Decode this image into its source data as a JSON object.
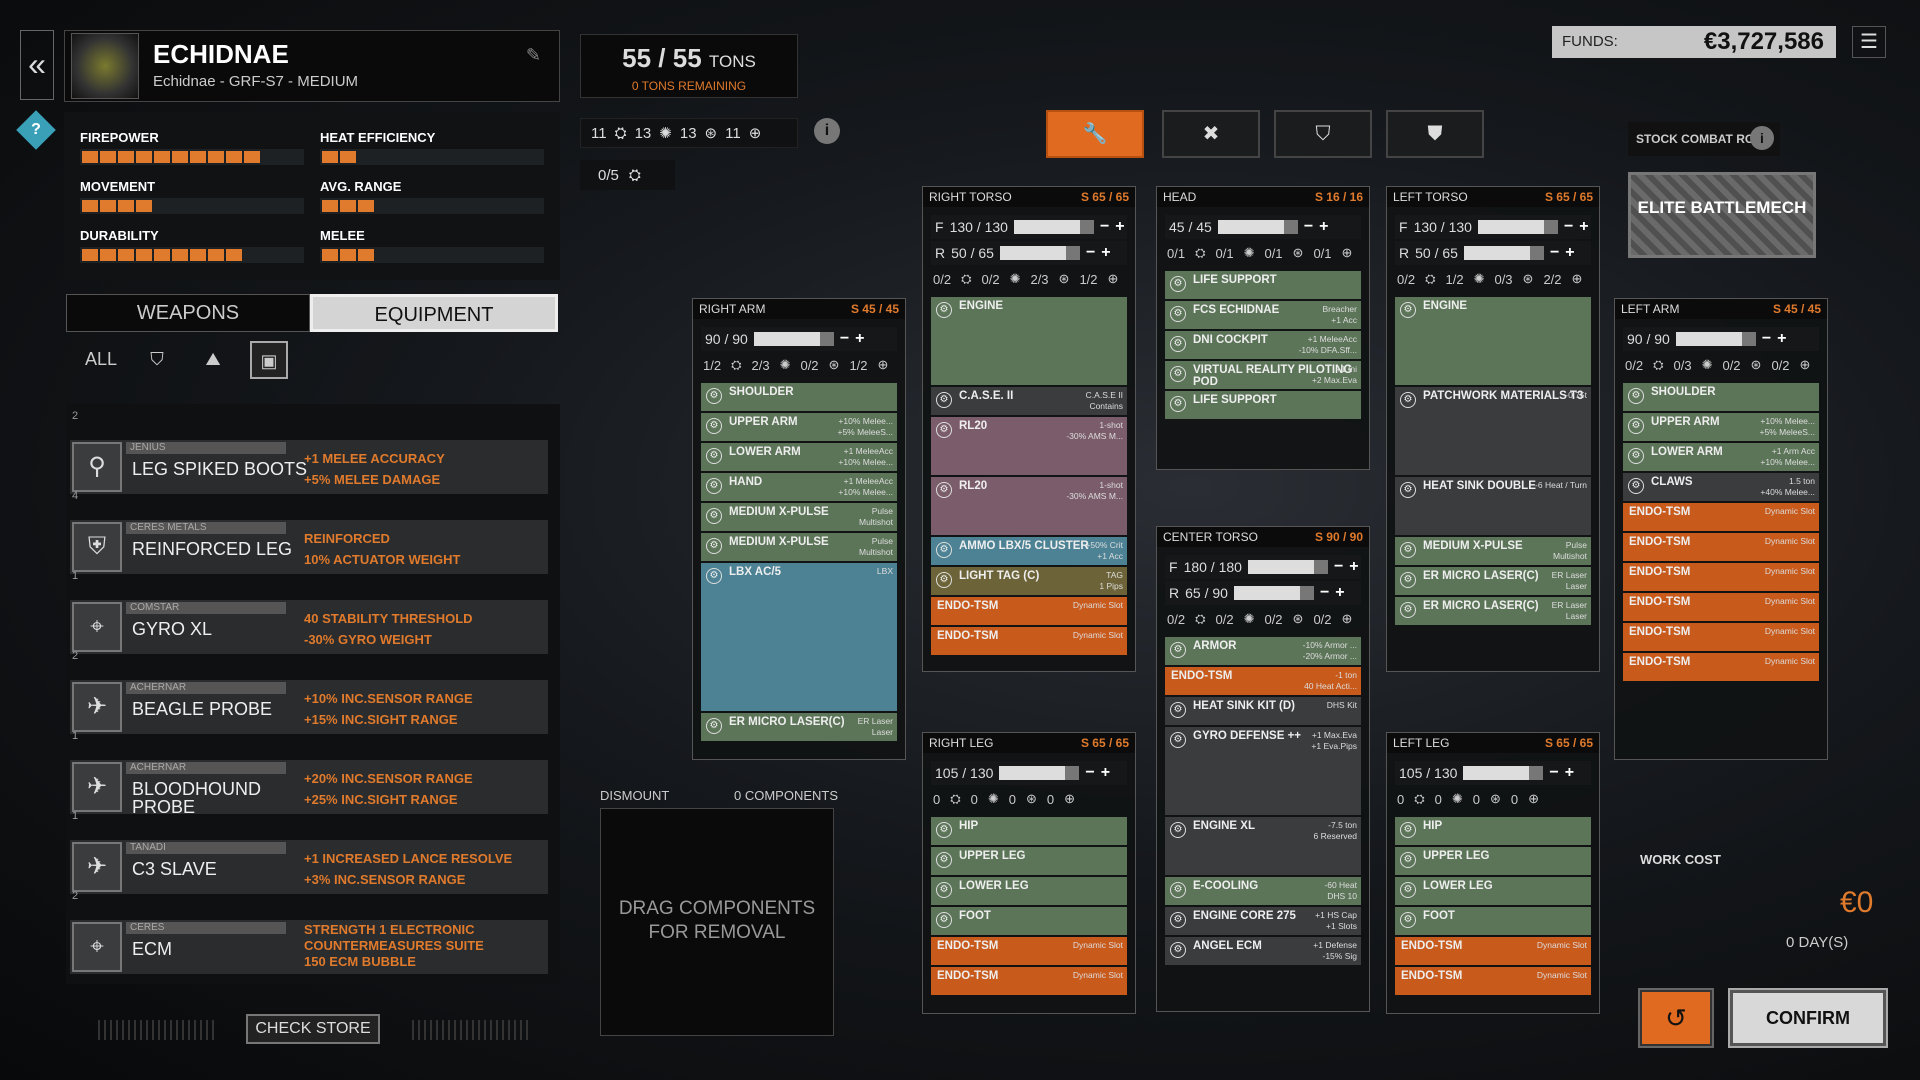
{
  "header": {
    "back_icon": "double-chevron-left-icon",
    "mech_name": "ECHIDNAE",
    "mech_subtitle": "Echidnae - GRF-S7 - MEDIUM",
    "help_label": "?"
  },
  "tonnage": {
    "value": "55 / 55",
    "unit": "TONS",
    "remaining": "0 TONS REMAINING"
  },
  "hardpoints": [
    {
      "count": "11",
      "icon": "ballistic-icon"
    },
    {
      "count": "13",
      "icon": "energy-icon"
    },
    {
      "count": "13",
      "icon": "missile-icon"
    },
    {
      "count": "11",
      "icon": "support-icon"
    }
  ],
  "jump": {
    "value": "0/5",
    "icon": "jumpjet-icon"
  },
  "info_label": "i",
  "toolbar": [
    {
      "name": "tool-wrench",
      "label": "🔧",
      "active": true
    },
    {
      "name": "tool-strip",
      "label": "✖",
      "active": false
    },
    {
      "name": "tool-armor-x",
      "label": "⛉",
      "active": false
    },
    {
      "name": "tool-armor",
      "label": "⛊",
      "active": false
    }
  ],
  "funds": {
    "label": "FUNDS:",
    "value": "€3,727,586"
  },
  "role": {
    "heading": "STOCK COMBAT ROLE",
    "value": "ELITE BATTLEMECH"
  },
  "stats": [
    {
      "label": "FIREPOWER",
      "level": 0.9
    },
    {
      "label": "HEAT EFFICIENCY",
      "level": 0.2
    },
    {
      "label": "MOVEMENT",
      "level": 0.4
    },
    {
      "label": "AVG. RANGE",
      "level": 0.3
    },
    {
      "label": "DURABILITY",
      "level": 0.8
    },
    {
      "label": "MELEE",
      "level": 0.3
    }
  ],
  "tabs": {
    "weapons": "WEAPONS",
    "equipment": "EQUIPMENT"
  },
  "filters": {
    "all": "ALL"
  },
  "items": [
    {
      "count": "2",
      "maker": "JENIUS",
      "name": "LEG SPIKED BOOTS",
      "fx1": "+1 MELEE ACCURACY",
      "fx2": "+5% MELEE DAMAGE",
      "fx3": ""
    },
    {
      "count": "4",
      "maker": "CERES METALS",
      "name": "REINFORCED LEG",
      "fx1": "REINFORCED",
      "fx2": "10% ACTUATOR WEIGHT",
      "fx3": ""
    },
    {
      "count": "1",
      "maker": "COMSTAR",
      "name": "GYRO XL",
      "fx1": "40 STABILITY THRESHOLD",
      "fx2": "-30% GYRO WEIGHT",
      "fx3": ""
    },
    {
      "count": "2",
      "maker": "ACHERNAR",
      "name": "BEAGLE PROBE",
      "fx1": "+10% INC.SENSOR RANGE",
      "fx2": "+15% INC.SIGHT RANGE",
      "fx3": ""
    },
    {
      "count": "1",
      "maker": "ACHERNAR",
      "name": "BLOODHOUND PROBE",
      "fx1": "+20% INC.SENSOR RANGE",
      "fx2": "+25% INC.SIGHT RANGE",
      "fx3": ""
    },
    {
      "count": "1",
      "maker": "TANADI",
      "name": "C3 SLAVE",
      "fx1": "+1 INCREASED LANCE RESOLVE",
      "fx2": "+3% INC.SENSOR RANGE",
      "fx3": ""
    },
    {
      "count": "2",
      "maker": "CERES",
      "name": "ECM",
      "fx1": "STRENGTH 1 ELECTRONIC",
      "fx2": "COUNTERMEASURES SUITE",
      "fx3": "150 ECM BUBBLE"
    }
  ],
  "check_store": "CHECK STORE",
  "dismount": {
    "label": "DISMOUNT",
    "components": "0 COMPONENTS",
    "drop": "DRAG COMPONENTS FOR REMOVAL"
  },
  "sections": {
    "right_arm": {
      "title": "RIGHT ARM",
      "struct": "S 45 / 45",
      "armor": "90 / 90",
      "hp": [
        "1/2",
        "2/3",
        "0/2",
        "1/2"
      ],
      "slots": [
        [
          "SHOULDER",
          "",
          "g"
        ],
        [
          "UPPER ARM",
          "+10% Melee...\n+5% MeleeS...",
          "g"
        ],
        [
          "LOWER ARM",
          "+1 MeleeAcc\n+10% Melee...",
          "g"
        ],
        [
          "HAND",
          "+1 MeleeAcc\n+10% Melee...",
          "g"
        ],
        [
          "MEDIUM X-PULSE",
          "Pulse\nMultishot",
          "g"
        ],
        [
          "MEDIUM X-PULSE",
          "Pulse\nMultishot",
          "g"
        ],
        [
          "LBX AC/5",
          "LBX",
          "tl"
        ],
        [
          "ER MICRO LASER(C)",
          "ER Laser\nLaser",
          "g"
        ]
      ]
    },
    "right_torso": {
      "title": "RIGHT TORSO",
      "struct": "S 65 / 65",
      "front": "130 / 130",
      "rear": "50 / 65",
      "hp": [
        "0/2",
        "0/2",
        "2/3",
        "1/2"
      ],
      "slots": [
        [
          "ENGINE",
          "",
          "g"
        ],
        [
          "C.A.S.E. II",
          "C.A.S.E II\nContains",
          "gy"
        ],
        [
          "RL20",
          "1-shot\n-30% AMS M...",
          "pk"
        ],
        [
          "RL20",
          "1-shot\n-30% AMS M...",
          "pk"
        ],
        [
          "AMMO LBX/5 CLUSTER",
          "+50% Crit\n+1 Acc",
          "tl"
        ],
        [
          "LIGHT TAG (C)",
          "TAG\n1 Pips",
          "bn"
        ],
        [
          "ENDO-TSM",
          "Dynamic Slot",
          "o"
        ],
        [
          "ENDO-TSM",
          "Dynamic Slot",
          "o"
        ]
      ]
    },
    "head": {
      "title": "HEAD",
      "struct": "S 16 / 16",
      "armor": "45 / 45",
      "hp": [
        "0/1",
        "0/1",
        "0/1",
        "0/1"
      ],
      "slots": [
        [
          "LIFE SUPPORT",
          "",
          "g"
        ],
        [
          "FCS ECHIDNAE",
          "Breacher\n+1 Acc",
          "g"
        ],
        [
          "DNI COCKPIT",
          "+1 MeleeAcc\n-10% DFA.Sff...",
          "g"
        ],
        [
          "VIRTUAL REALITY PILOTING POD",
          "+1 Ini\n+2 Max.Eva",
          "g"
        ],
        [
          "LIFE SUPPORT",
          "",
          "g"
        ]
      ]
    },
    "center_torso": {
      "title": "CENTER TORSO",
      "struct": "S 90 / 90",
      "front": "180 / 180",
      "rear": "65 / 90",
      "hp": [
        "0/2",
        "0/2",
        "0/2",
        "0/2"
      ],
      "slots": [
        [
          "ARMOR",
          "-10% Armor ...\n-20% Armor ...",
          "g"
        ],
        [
          "ENDO-TSM",
          "-1 ton\n40 Heat Acti...",
          "o"
        ],
        [
          "HEAT SINK KIT (D)",
          "DHS Kit",
          "gy"
        ],
        [
          "GYRO DEFENSE ++",
          "+1 Max.Eva\n+1 Eva.Pips",
          "gy"
        ],
        [
          "ENGINE XL",
          "-7.5 ton\n6 Reserved",
          "gy"
        ],
        [
          "E-COOLING",
          "-60 Heat\nDHS 10",
          "g"
        ],
        [
          "ENGINE CORE 275",
          "+1 HS Cap\n+1 Slots",
          "gy"
        ],
        [
          "ANGEL ECM",
          "+1 Defense\n-15% Sig",
          "gy"
        ]
      ]
    },
    "left_torso": {
      "title": "LEFT TORSO",
      "struct": "S 65 / 65",
      "front": "130 / 130",
      "rear": "50 / 65",
      "hp": [
        "0/2",
        "1/2",
        "0/3",
        "2/2"
      ],
      "slots": [
        [
          "ENGINE",
          "",
          "g"
        ],
        [
          "PATCHWORK MATERIALS T3",
          "-0.75t",
          "gy"
        ],
        [
          "HEAT SINK DOUBLE",
          "-6 Heat / Turn",
          "gy"
        ],
        [
          "MEDIUM X-PULSE",
          "Pulse\nMultishot",
          "g"
        ],
        [
          "ER MICRO LASER(C)",
          "ER Laser\nLaser",
          "g"
        ],
        [
          "ER MICRO LASER(C)",
          "ER Laser\nLaser",
          "g"
        ]
      ]
    },
    "left_arm": {
      "title": "LEFT ARM",
      "struct": "S 45 / 45",
      "armor": "90 / 90",
      "hp": [
        "0/2",
        "0/3",
        "0/2",
        "0/2"
      ],
      "slots": [
        [
          "SHOULDER",
          "",
          "g"
        ],
        [
          "UPPER ARM",
          "+10% Melee...\n+5% MeleeS...",
          "g"
        ],
        [
          "LOWER ARM",
          "+1 Arm Acc\n+10% Melee...",
          "g"
        ],
        [
          "CLAWS",
          "1.5 ton\n+40% Melee...",
          "gy"
        ],
        [
          "ENDO-TSM",
          "Dynamic Slot",
          "o"
        ],
        [
          "ENDO-TSM",
          "Dynamic Slot",
          "o"
        ],
        [
          "ENDO-TSM",
          "Dynamic Slot",
          "o"
        ],
        [
          "ENDO-TSM",
          "Dynamic Slot",
          "o"
        ],
        [
          "ENDO-TSM",
          "Dynamic Slot",
          "o"
        ],
        [
          "ENDO-TSM",
          "Dynamic Slot",
          "o"
        ]
      ]
    },
    "right_leg": {
      "title": "RIGHT LEG",
      "struct": "S 65 / 65",
      "armor": "105 / 130",
      "hp": [
        "0",
        "0",
        "0",
        "0"
      ],
      "slots": [
        [
          "HIP",
          "",
          "g"
        ],
        [
          "UPPER LEG",
          "",
          "g"
        ],
        [
          "LOWER LEG",
          "",
          "g"
        ],
        [
          "FOOT",
          "",
          "g"
        ],
        [
          "ENDO-TSM",
          "Dynamic Slot",
          "o"
        ],
        [
          "ENDO-TSM",
          "Dynamic Slot",
          "o"
        ]
      ]
    },
    "left_leg": {
      "title": "LEFT LEG",
      "struct": "S 65 / 65",
      "armor": "105 / 130",
      "hp": [
        "0",
        "0",
        "0",
        "0"
      ],
      "slots": [
        [
          "HIP",
          "",
          "g"
        ],
        [
          "UPPER LEG",
          "",
          "g"
        ],
        [
          "LOWER LEG",
          "",
          "g"
        ],
        [
          "FOOT",
          "",
          "g"
        ],
        [
          "ENDO-TSM",
          "Dynamic Slot",
          "o"
        ],
        [
          "ENDO-TSM",
          "Dynamic Slot",
          "o"
        ]
      ]
    }
  },
  "work": {
    "label": "WORK COST",
    "value": "€0",
    "days": "0 DAY(S)"
  },
  "undo_icon": "undo-icon",
  "confirm": "CONFIRM"
}
